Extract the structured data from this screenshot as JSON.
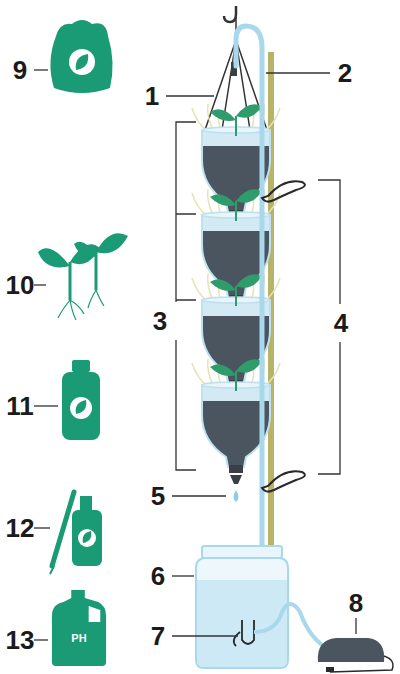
{
  "diagram": {
    "nodes": [
      {
        "text": [
          "PH"
        ]
      }
    ],
    "labels": [
      "2",
      "9",
      "1",
      "10",
      "3",
      "4",
      "11",
      "5",
      "12",
      "6",
      "13",
      "7",
      "8"
    ]
  }
}
